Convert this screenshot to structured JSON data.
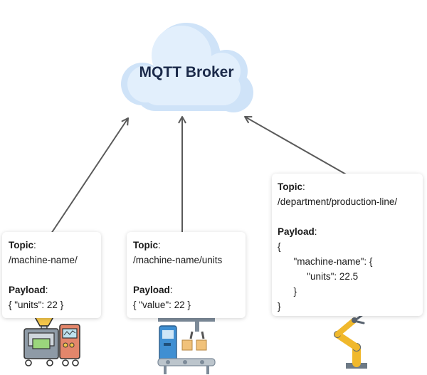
{
  "broker": {
    "label": "MQTT Broker",
    "cloud_color": "#d7e8fa",
    "text_color": "#1b2a4a"
  },
  "arrow_color": "#5a5a5a",
  "clients": [
    {
      "topic_key": "Topic",
      "topic_value": "/machine-name/",
      "payload_key": "Payload",
      "payload_lines": [
        "{ \"units\": 22 }"
      ],
      "device_icon": "filling-machine-icon"
    },
    {
      "topic_key": "Topic",
      "topic_value": "/machine-name/units",
      "payload_key": "Payload",
      "payload_lines": [
        "{ \"value\": 22 }"
      ],
      "device_icon": "conveyor-robot-icon"
    },
    {
      "topic_key": "Topic",
      "topic_value": "/department/production-line/",
      "payload_key": "Payload",
      "payload_lines": [
        "{",
        "      \"machine-name\": {",
        "           \"units\": 22.5",
        "      }",
        "}"
      ],
      "device_icon": "robotic-arm-icon"
    }
  ]
}
